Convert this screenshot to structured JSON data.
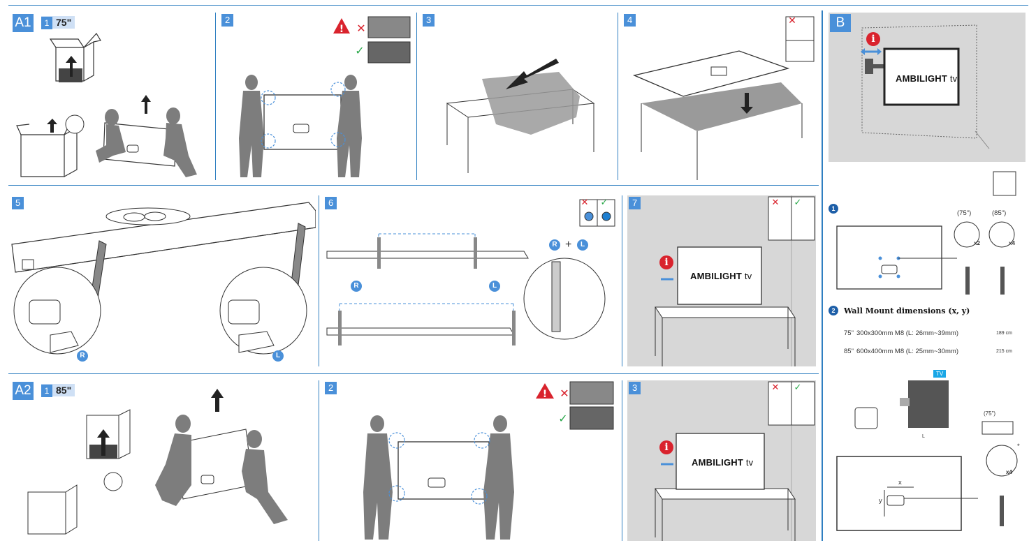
{
  "sections": {
    "a1": {
      "label": "A1",
      "size_step": "1",
      "size": "75\""
    },
    "a2": {
      "label": "A2",
      "size_step": "1",
      "size": "85\""
    },
    "b": {
      "label": "B"
    }
  },
  "steps": {
    "a1_2": "2",
    "a1_3": "3",
    "a1_4": "4",
    "row2_5": "5",
    "row2_6": "6",
    "row2_7": "7",
    "a2_2": "2",
    "a2_3": "3"
  },
  "stand_labels": {
    "right": "R",
    "left": "L",
    "plus": "+"
  },
  "brand": {
    "name": "AMBILIGHT",
    "suffix": "tv"
  },
  "info_mark": "i",
  "marks": {
    "wrong": "✕",
    "right": "✓",
    "warning": "!"
  },
  "wall_mount": {
    "step1": "1",
    "size_75": "(75\")",
    "size_85": "(85\")",
    "qty_75": "x2",
    "qty_85": "x4",
    "step2": "2",
    "dimensions_title": "Wall Mount dimensions (x, y)",
    "rows": [
      {
        "size": "75\"",
        "spec": "300x300mm M8 (L: 26mm~39mm)",
        "cable": "189 cm"
      },
      {
        "size": "85\"",
        "spec": "600x400mm M8 (L: 25mm~30mm)",
        "cable": "215 cm"
      }
    ],
    "tv_tag": "TV",
    "length_label": "L",
    "spacer_size": "(75\")",
    "qty_bottom": "x4",
    "asterisk": "*",
    "x_label": "x",
    "y_label": "y"
  },
  "colors": {
    "accent": "#4a90d9",
    "divider": "#2f7fc1",
    "figure": "#808080",
    "warning": "#d9232d",
    "check": "#2aa84a"
  }
}
